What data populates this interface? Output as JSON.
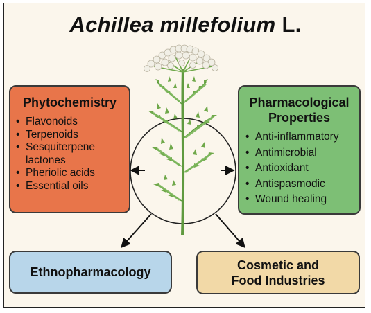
{
  "title": {
    "genus_species": "Achillea millefolium",
    "author": "L."
  },
  "phytochemistry": {
    "heading": "Phytochemistry",
    "items": [
      "Flavonoids",
      "Terpenoids",
      "Sesquiterpene",
      "lactones",
      "Pheriolic acids",
      "Essential oils"
    ]
  },
  "pharmacological": {
    "heading_line1": "Pharmacological",
    "heading_line2": "Properties",
    "items": [
      "Anti-inflammatory",
      "Antimicrobial",
      "Antioxidant",
      "Antispasmodic",
      "Wound healing"
    ]
  },
  "ethnopharmacology": {
    "label": "Ethnopharmacology"
  },
  "cosmetic": {
    "line1": "Cosmetic and",
    "line2": "Food Industries"
  },
  "colors": {
    "phytochemistry": "#e8754a",
    "pharmacological": "#7dbf75",
    "ethnopharmacology": "#b8d6ea",
    "cosmetic": "#f2d9a7",
    "plant_stem": "#6fa84a",
    "flower": "#f1efe6"
  },
  "icons": {
    "plant": "yarrow-plant-illustration"
  }
}
